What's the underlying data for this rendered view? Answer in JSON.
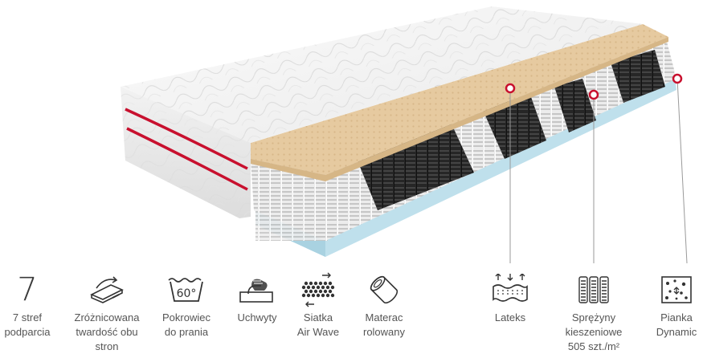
{
  "colors": {
    "accent_red": "#c8102e",
    "foam_blue": "#bfe0ec",
    "latex_tan": "#e6caa0",
    "cover_white": "#f4f4f4",
    "spring_black": "#1e1e1e",
    "spring_white": "#e2e2e2"
  },
  "features": [
    {
      "icon": "number-seven",
      "glyph": "7",
      "label": "7 stref\npodparcia"
    },
    {
      "icon": "differentiated-firmness-icon",
      "label": "Zróżnicowana\ntwardość obu\nstron"
    },
    {
      "icon": "wash-60-icon",
      "glyph": "60°",
      "label": "Pokrowiec\ndo prania"
    },
    {
      "icon": "handles-icon",
      "label": "Uchwyty"
    },
    {
      "icon": "air-wave-mesh-icon",
      "label": "Siatka\nAir Wave"
    },
    {
      "icon": "rolled-mattress-icon",
      "label": "Materac\nrolowany"
    },
    {
      "icon": "latex-icon",
      "label": "Lateks"
    },
    {
      "icon": "pocket-springs-icon",
      "label": "Sprężyny\nkieszeniowe\n505 szt./m²"
    },
    {
      "icon": "dynamic-foam-icon",
      "label": "Pianka\nDynamic"
    }
  ]
}
